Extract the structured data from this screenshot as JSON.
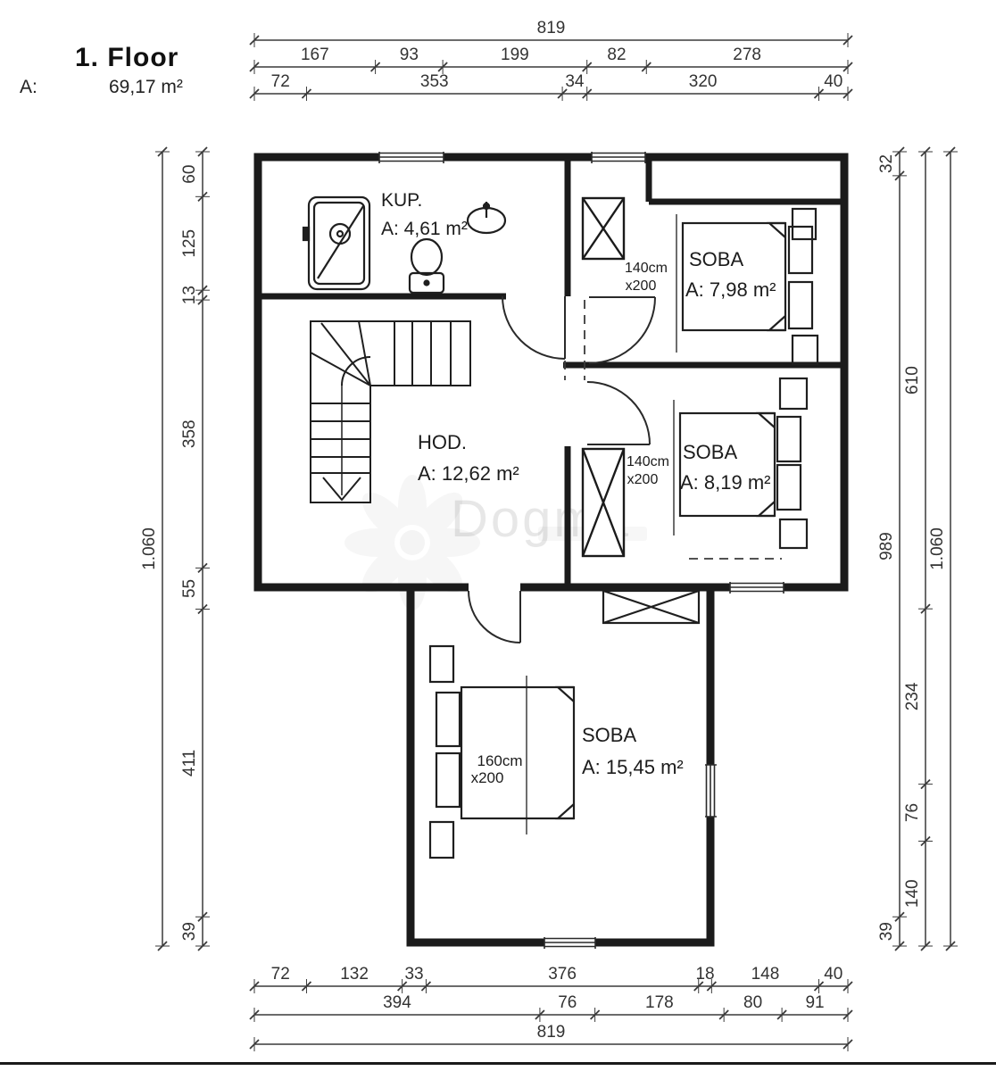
{
  "header": {
    "title": "1. Floor",
    "area_label": "A:",
    "area_value": "69,17 m²"
  },
  "watermark": {
    "brand": "Dogma"
  },
  "rooms": {
    "kup": {
      "name": "KUP.",
      "area": "A: 4,61 m²"
    },
    "soba_top": {
      "name": "SOBA",
      "area": "A: 7,98 m²",
      "bed_width": "140cm",
      "bed_length": "x200"
    },
    "soba_middle": {
      "name": "SOBA",
      "area": "A: 8,19 m²",
      "bed_width": "140cm",
      "bed_length": "x200"
    },
    "hod": {
      "name": "HOD.",
      "area": "A: 12,62 m²"
    },
    "soba_bottom": {
      "name": "SOBA",
      "area": "A: 15,45 m²",
      "bed_width": "160cm",
      "bed_length": "x200"
    }
  },
  "dimensions": {
    "top_total": [
      "819"
    ],
    "top_row2": [
      "167",
      "93",
      "199",
      "82",
      "278"
    ],
    "top_row3": [
      "72",
      "353",
      "34",
      "320",
      "40"
    ],
    "left_outer": [
      "1.060"
    ],
    "left_inner": [
      "60",
      "125",
      "13",
      "358",
      "55",
      "411",
      "39"
    ],
    "right_inner": [
      "32",
      "989",
      "39"
    ],
    "right_middle": [
      "610",
      "234",
      "76",
      "140"
    ],
    "right_outer": [
      "1.060"
    ],
    "bottom_row1": [
      "72",
      "132",
      "33",
      "376",
      "18",
      "148",
      "40"
    ],
    "bottom_row2": [
      "394",
      "76",
      "178",
      "80",
      "91"
    ],
    "bottom_total": [
      "819"
    ]
  }
}
